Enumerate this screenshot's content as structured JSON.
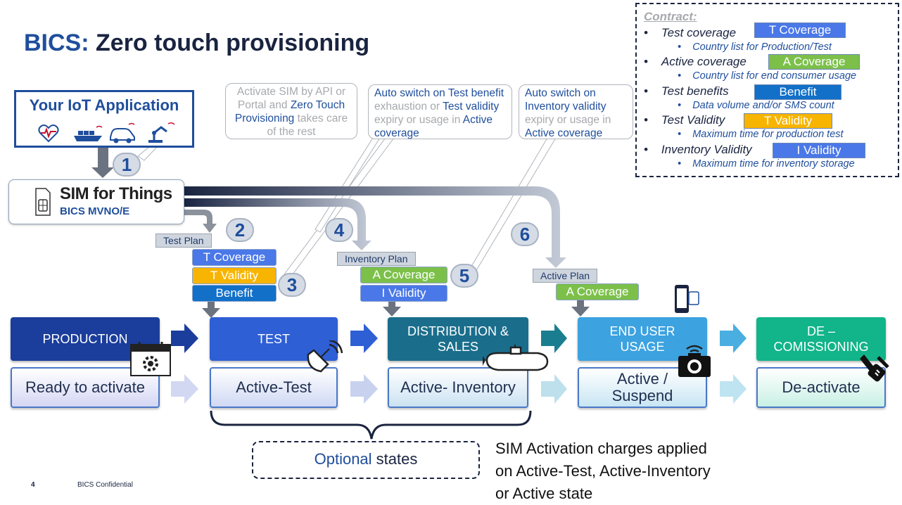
{
  "title": {
    "accent": "BICS:",
    "main": "Zero touch provisioning"
  },
  "app": {
    "label": "Your IoT Application",
    "icons": [
      "heart-monitor-icon",
      "ship-icon",
      "car-icon",
      "robot-arm-icon"
    ]
  },
  "sim": {
    "brand": "SIM for Things",
    "sub": "BICS MVNO/E"
  },
  "callouts": {
    "c1": {
      "p1": "Activate SIM by API or Portal and ",
      "p2": "Zero Touch Provisioning",
      "p3": " takes care of the rest"
    },
    "c2": {
      "p1": "Auto switch on Test benefit",
      "p2": " exhaustion  or ",
      "p3": "Test validity",
      "p4": " expiry or usage in ",
      "p5": "Active coverage"
    },
    "c3": {
      "p1": "Auto switch on Inventory  validity",
      "p2": " expiry or usage in ",
      "p3": "Active coverage"
    }
  },
  "numbers": [
    "1",
    "2",
    "3",
    "4",
    "5",
    "6"
  ],
  "plans": {
    "test": "Test Plan",
    "inventory": "Inventory Plan",
    "active": "Active Plan"
  },
  "tags": {
    "t_coverage": "T Coverage",
    "t_validity": "T Validity",
    "benefit": "Benefit",
    "a_coverage": "A Coverage",
    "i_validity": "I Validity"
  },
  "stages": [
    {
      "label": "PRODUCTION",
      "color": "#1b3d9c"
    },
    {
      "label": "TEST",
      "color": "#2e5fd4"
    },
    {
      "label": "DISTRIBUTION & SALES",
      "color": "#1a6e8c"
    },
    {
      "label": "END USER USAGE",
      "color": "#3ca2e0"
    },
    {
      "label": "DE – COMISSIONING",
      "color": "#12b48a"
    }
  ],
  "states": [
    "Ready to activate",
    "Active-Test",
    "Active- Inventory",
    "Active / Suspend",
    "De-activate"
  ],
  "contract": {
    "heading": "Contract:",
    "items": [
      {
        "name": "Test coverage",
        "tag": "T Coverage",
        "desc": "Country list for Production/Test"
      },
      {
        "name": "Active coverage",
        "tag": "A Coverage",
        "desc": "Country list for end consumer usage"
      },
      {
        "name": "Test benefits",
        "tag": "Benefit",
        "desc": "Data volume and/or SMS count"
      },
      {
        "name": "Test Validity",
        "tag": "T Validity",
        "desc": "Maximum time for production test"
      },
      {
        "name": "Inventory Validity",
        "tag": "I Validity",
        "desc": "Maximum time for inventory storage"
      }
    ]
  },
  "optional": {
    "word1": "Optional",
    "word2": " states"
  },
  "charges": {
    "line1": "SIM Activation charges applied",
    "line2": "on Active-Test, Active-Inventory",
    "line3": "or Active state"
  },
  "footer": {
    "page": "4",
    "label": "BICS  Confidential"
  },
  "colors": {
    "navy": "#1a2440",
    "blue": "#1f4e9c",
    "t_coverage": "#4a78e8",
    "t_validity": "#f7b400",
    "benefit": "#1270c8",
    "a_coverage": "#7cc04a"
  }
}
